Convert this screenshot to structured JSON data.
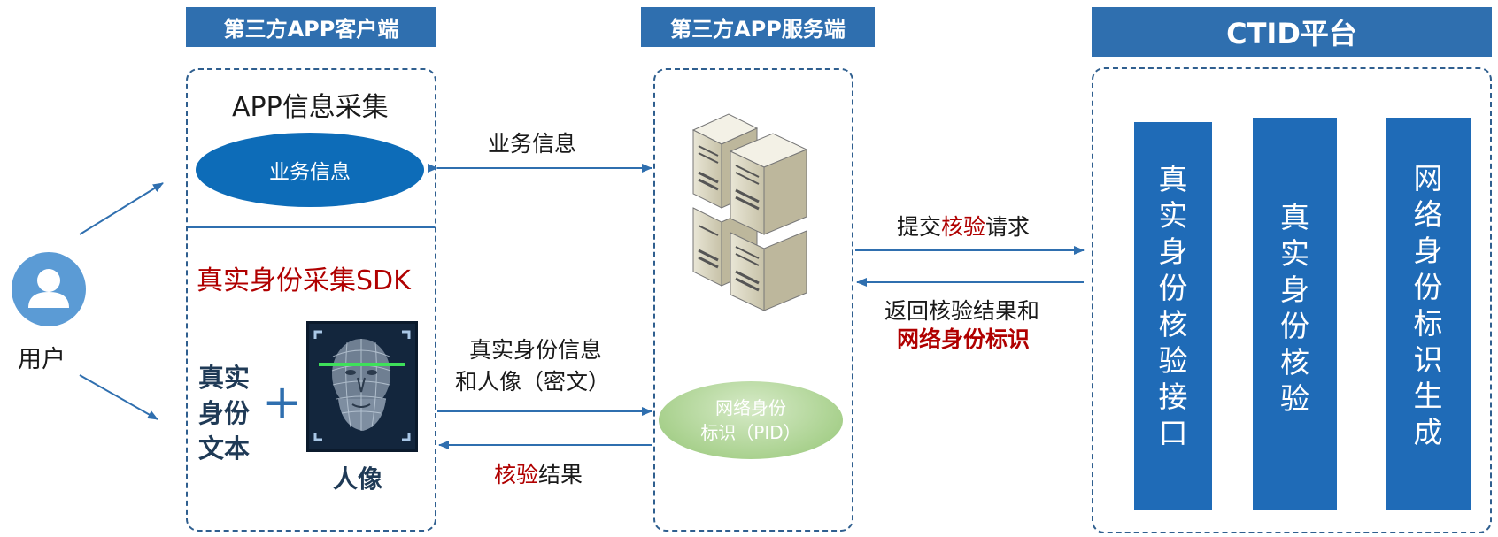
{
  "headers": {
    "client": "第三方APP客户端",
    "server": "第三方APP服务端",
    "ctid": "CTID平台"
  },
  "user": {
    "label": "用户"
  },
  "client": {
    "app_info_title": "APP信息采集",
    "business_ellipse": "业务信息",
    "sdk_title": "真实身份采集SDK",
    "identity_text": [
      "真实",
      "身份",
      "文本"
    ],
    "plus": "+",
    "portrait_label": "人像"
  },
  "links": {
    "business_info": "业务信息",
    "real_identity_line1": "真实身份信息",
    "real_identity_line2": "和人像（密文）",
    "verify_result_red": "核验",
    "verify_result_rest": "结果",
    "submit_pre": "提交",
    "submit_red": "核验",
    "submit_post": "请求",
    "return_line1": "返回核验结果和",
    "return_line2": "网络身份标识"
  },
  "server": {
    "pid_line1": "网络身份",
    "pid_line2": "标识（PID）"
  },
  "ctid_columns": [
    {
      "chars": [
        "真",
        "实",
        "身",
        "份",
        "核",
        "验",
        "接",
        "口"
      ]
    },
    {
      "chars": [
        "真",
        "实",
        "身",
        "份",
        "核",
        "验"
      ]
    },
    {
      "chars": [
        "网",
        "络",
        "身",
        "份",
        "标",
        "识",
        "生",
        "成"
      ]
    }
  ],
  "colors": {
    "header_bg": "#2f6faf",
    "column_bg": "#1f6bb7",
    "arrow": "#2f6faf",
    "emphasis_red": "#b00000",
    "pid_ellipse": "#a9d18e"
  }
}
